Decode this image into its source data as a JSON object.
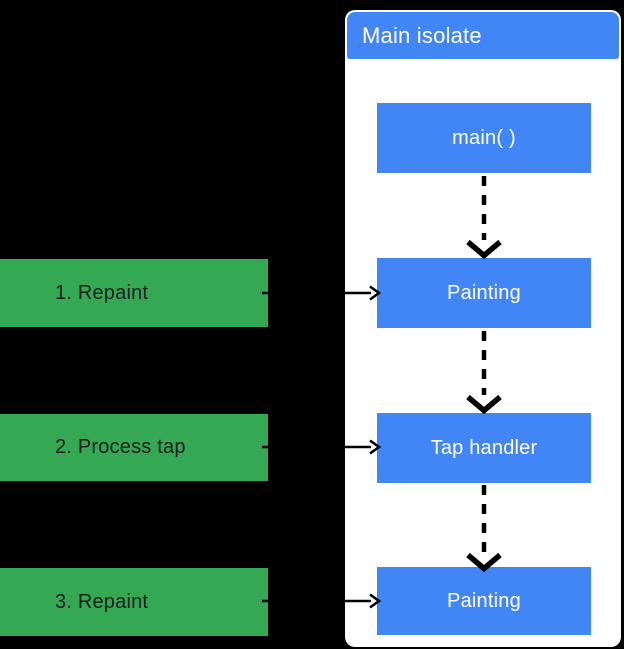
{
  "panel": {
    "title": "Main isolate"
  },
  "nodes": [
    {
      "label": "main( )"
    },
    {
      "label": "Painting"
    },
    {
      "label": "Tap handler"
    },
    {
      "label": "Painting"
    }
  ],
  "steps": [
    {
      "label": "1. Repaint"
    },
    {
      "label": "2. Process tap"
    },
    {
      "label": "3. Repaint"
    }
  ],
  "icons": {
    "horizontal": "arrow-right",
    "vertical": "dashed-arrow-down"
  },
  "colors": {
    "background": "#000000",
    "panel": "#ffffff",
    "node_blue": "#4285f4",
    "step_green": "#34a853",
    "node_text": "#ffffff",
    "step_text": "#1c1e21",
    "arrow": "#000000"
  }
}
